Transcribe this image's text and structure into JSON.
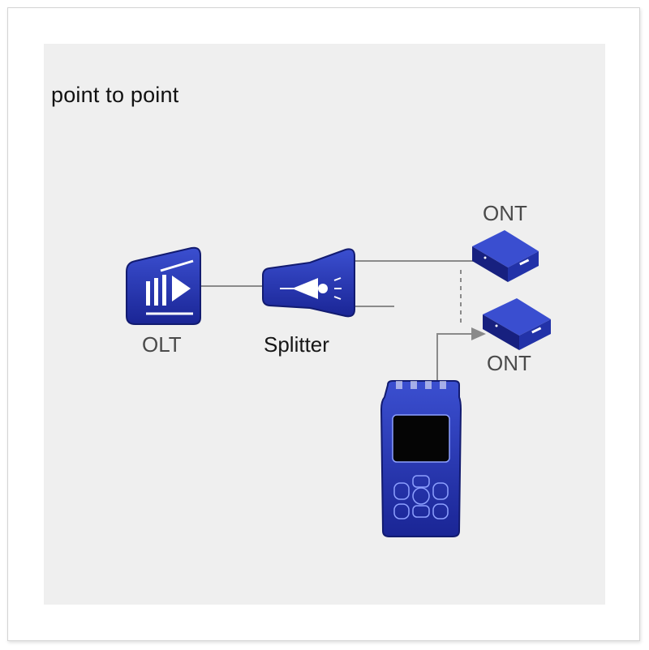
{
  "title": "point to point",
  "nodes": {
    "olt": {
      "label": "OLT"
    },
    "splitter": {
      "label": "Splitter"
    },
    "ont_top": {
      "label": "ONT"
    },
    "ont_bottom": {
      "label": "ONT"
    }
  },
  "colors": {
    "device_blue": "#1f2fa8",
    "device_dark": "#151f7a",
    "line": "#8a8a8a",
    "panel": "#efefef"
  },
  "icons": [
    "olt-icon",
    "splitter-icon",
    "ont-icon",
    "ont-icon",
    "handheld-tester-icon"
  ]
}
